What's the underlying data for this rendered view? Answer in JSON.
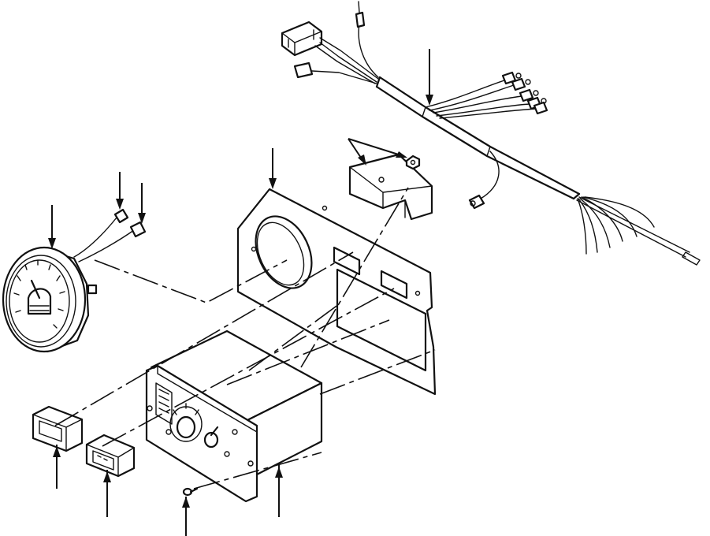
{
  "diagram": {
    "kind": "exploded parts illustration",
    "parts": [
      {
        "id": "wiring-harness",
        "icon": "wire-harness-icon"
      },
      {
        "id": "mounting-bracket",
        "icon": "bracket-icon"
      },
      {
        "id": "instrument-panel",
        "icon": "panel-plate-icon"
      },
      {
        "id": "gauge",
        "icon": "gauge-icon"
      },
      {
        "id": "bulb-sockets",
        "icon": "connector-icon"
      },
      {
        "id": "control-box",
        "icon": "control-box-icon"
      },
      {
        "id": "indicator-lens",
        "icon": "lens-icon"
      },
      {
        "id": "switch-plate",
        "icon": "switch-icon"
      },
      {
        "id": "screw",
        "icon": "screw-icon"
      }
    ],
    "leader_count": 11
  }
}
